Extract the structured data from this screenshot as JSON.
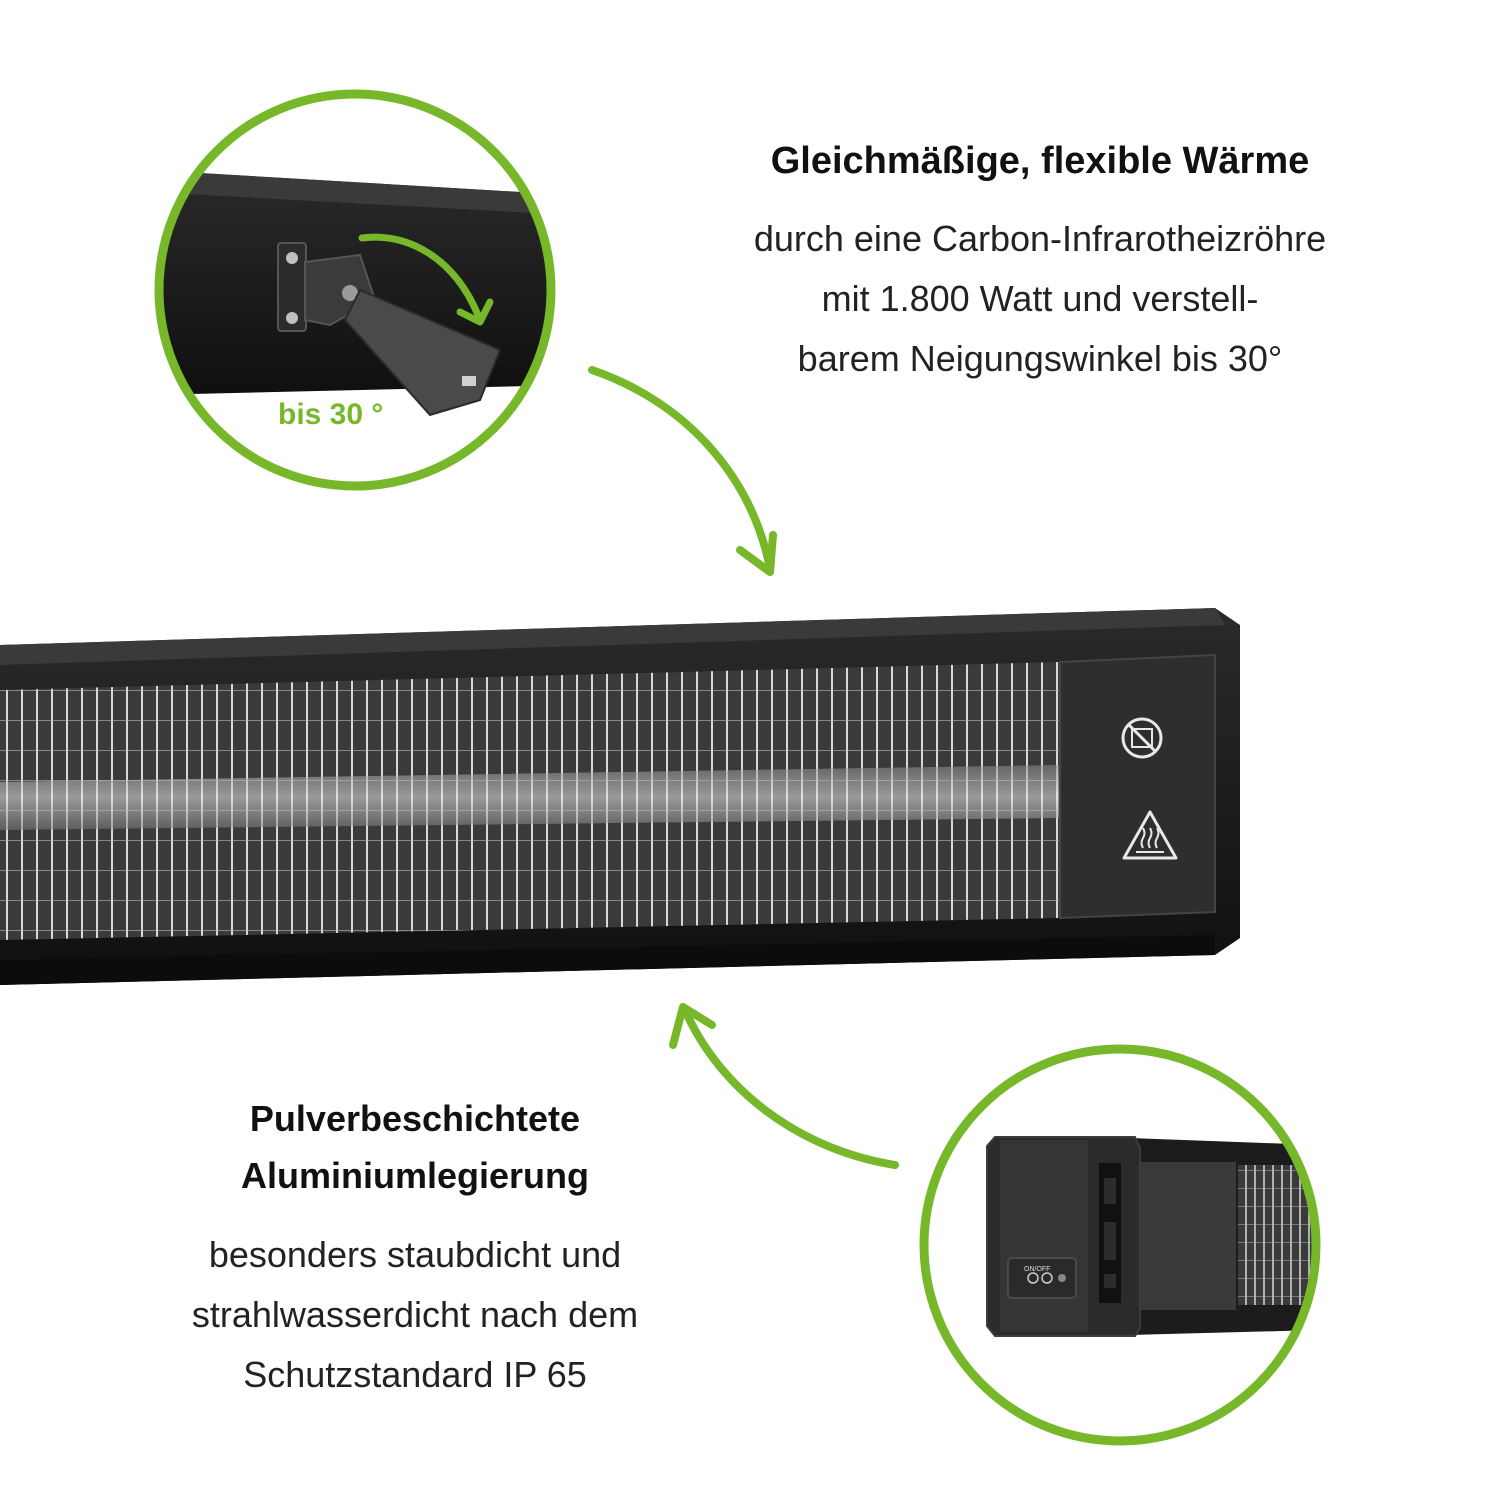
{
  "colors": {
    "accent": "#76b82a",
    "heater_body": "#1c1c1c",
    "heater_panel": "#2e2e2e"
  },
  "feature_top": {
    "title": "Gleichmäßige, flexible Wärme",
    "lines": [
      "durch eine Carbon-Infrarotheizröhre",
      "mit 1.800 Watt und verstell-",
      "barem Neigungswinkel bis 30°"
    ]
  },
  "feature_bottom": {
    "title_lines": [
      "Pulverbeschichtete",
      "Aluminiumlegierung"
    ],
    "lines": [
      "besonders staubdicht und",
      "strahlwasserdicht nach dem",
      "Schutzstandard IP 65"
    ]
  },
  "detail_top": {
    "angle_label": "bis 30 °"
  },
  "detail_bottom": {
    "switch_label": "ON/OFF"
  },
  "icons": [
    "no-cover-icon",
    "hot-surface-warning-icon",
    "curved-arrow-icon"
  ]
}
